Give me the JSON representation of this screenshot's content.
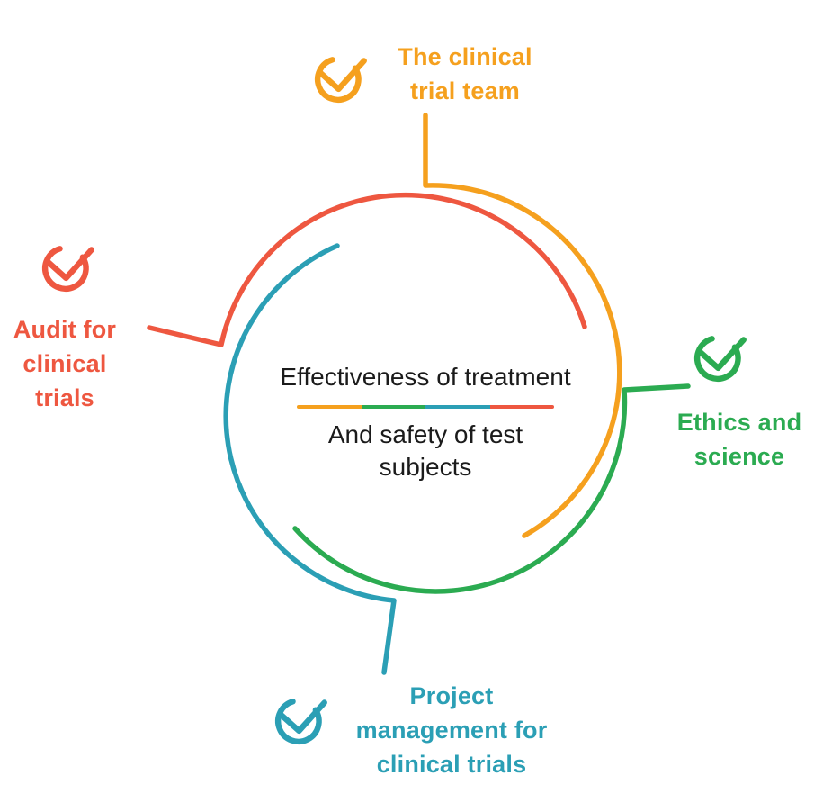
{
  "palette": {
    "orange": "#F5A01E",
    "red": "#EE5740",
    "green": "#2BAB51",
    "teal": "#2B9FB5",
    "text": "#1B1B1B",
    "background": "#FFFFFF"
  },
  "center": {
    "line1": "Effectiveness of treatment",
    "line2": "And safety of test\nsubjects",
    "divider_colors": [
      "#F5A01E",
      "#2BAB51",
      "#2B9FB5",
      "#EE5740"
    ]
  },
  "nodes": {
    "top": {
      "label": "The clinical\ntrial team",
      "color": "#F5A01E",
      "icon": "check-circle"
    },
    "left": {
      "label": "Audit for\nclinical\ntrials",
      "color": "#EE5740",
      "icon": "check-circle"
    },
    "right": {
      "label": "Ethics and\nscience",
      "color": "#2BAB51",
      "icon": "check-circle"
    },
    "bottom": {
      "label": "Project\nmanagement for\nclinical trials",
      "color": "#2B9FB5",
      "icon": "check-circle"
    }
  }
}
